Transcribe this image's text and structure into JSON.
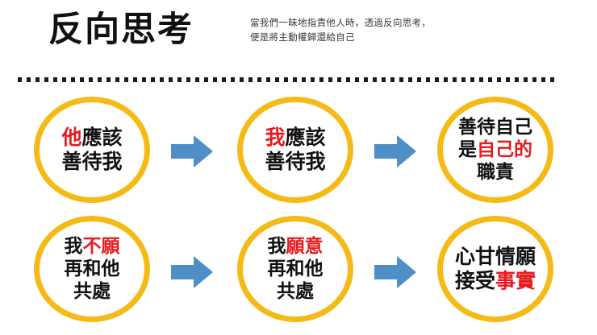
{
  "slide": {
    "title": "反向思考",
    "subtitle_lines": [
      "當我們一昧地指責他人時，透過反向思考，",
      "便是將主動權歸還給自己"
    ],
    "colors": {
      "circle_stroke": "#F5BA16",
      "arrow_fill": "#4D8FC6",
      "highlight_text": "#E61B20",
      "body_text": "#111111",
      "divider": "#1c1c1c",
      "background": "#FFFFFF"
    },
    "divider_style": "dotted"
  },
  "rows": [
    {
      "name": "row-1",
      "nodes": [
        {
          "name": "node-he-should-treat-me-well",
          "lines": [
            [
              {
                "t": "他",
                "hl": true
              },
              {
                "t": "應該",
                "hl": false
              }
            ],
            [
              {
                "t": "善待我",
                "hl": false
              }
            ]
          ]
        },
        {
          "name": "node-i-should-treat-myself-well",
          "lines": [
            [
              {
                "t": "我",
                "hl": true
              },
              {
                "t": "應該",
                "hl": false
              }
            ],
            [
              {
                "t": "善待我",
                "hl": false
              }
            ]
          ]
        },
        {
          "name": "node-treating-myself-well-is-my-duty",
          "lines": [
            [
              {
                "t": "善待自己",
                "hl": false
              }
            ],
            [
              {
                "t": "是",
                "hl": false
              },
              {
                "t": "自己的",
                "hl": true
              }
            ],
            [
              {
                "t": "職責",
                "hl": false
              }
            ]
          ]
        }
      ],
      "arrows": [
        "arrow-right-1",
        "arrow-right-2"
      ]
    },
    {
      "name": "row-2",
      "nodes": [
        {
          "name": "node-unwilling-to-be-with-him",
          "lines": [
            [
              {
                "t": "我",
                "hl": false
              },
              {
                "t": "不願",
                "hl": true
              }
            ],
            [
              {
                "t": "再和他",
                "hl": false
              }
            ],
            [
              {
                "t": "共處",
                "hl": false
              }
            ]
          ]
        },
        {
          "name": "node-willing-to-be-with-him",
          "lines": [
            [
              {
                "t": "我",
                "hl": false
              },
              {
                "t": "願意",
                "hl": true
              }
            ],
            [
              {
                "t": "再和他",
                "hl": false
              }
            ],
            [
              {
                "t": "共處",
                "hl": false
              }
            ]
          ]
        },
        {
          "name": "node-gladly-accept-the-facts",
          "lines": [
            [
              {
                "t": "心甘情願",
                "hl": false
              }
            ],
            [
              {
                "t": "接受",
                "hl": false
              },
              {
                "t": "事實",
                "hl": true
              }
            ]
          ]
        }
      ],
      "arrows": [
        "arrow-right-3",
        "arrow-right-4"
      ]
    }
  ]
}
